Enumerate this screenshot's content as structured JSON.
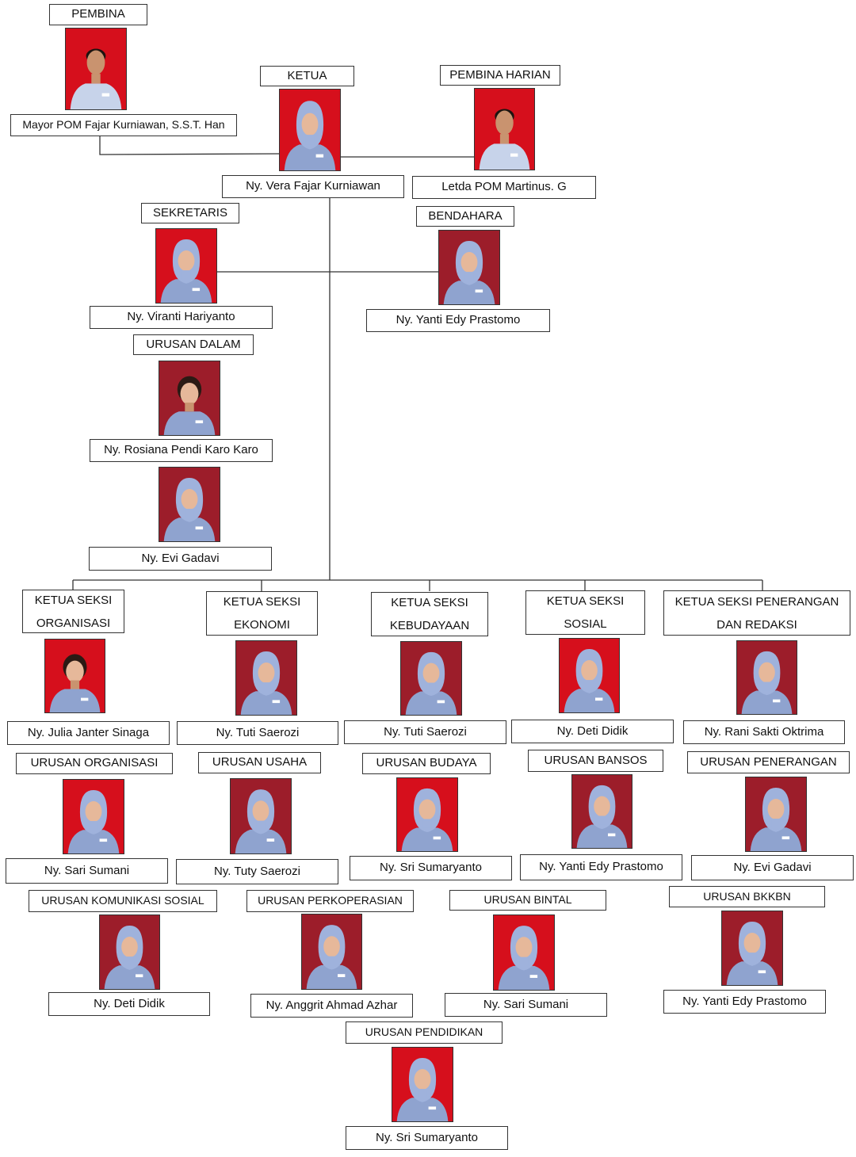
{
  "top": {
    "pembina": {
      "title": "PEMBINA",
      "name": "Mayor POM Fajar Kurniawan, S.S.T. Han"
    },
    "ketua": {
      "title": "KETUA",
      "name": "Ny. Vera Fajar Kurniawan"
    },
    "pembina_harian": {
      "title": "PEMBINA HARIAN",
      "name": "Letda POM Martinus. G"
    },
    "sekretaris": {
      "title": "SEKRETARIS",
      "name": "Ny. Viranti Hariyanto"
    },
    "bendahara": {
      "title": "BENDAHARA",
      "name": "Ny. Yanti Edy Prastomo"
    },
    "urusan_dalam": {
      "title": "URUSAN DALAM",
      "name": "Ny.  Rosiana Pendi Karo Karo"
    },
    "urusan_dalam_2": {
      "name": "Ny. Evi Gadavi"
    }
  },
  "sections": {
    "organisasi": {
      "title_1": "KETUA SEKSI",
      "title_2": "ORGANISASI",
      "name": "Ny. Julia Janter Sinaga"
    },
    "ekonomi": {
      "title_1": "KETUA SEKSI",
      "title_2": "EKONOMI",
      "name": "Ny. Tuti Saerozi"
    },
    "kebudayaan": {
      "title_1": "KETUA SEKSI",
      "title_2": "KEBUDAYAAN",
      "name": "Ny. Tuti Saerozi"
    },
    "sosial": {
      "title_1": "KETUA SEKSI",
      "title_2": "SOSIAL",
      "name": "Ny. Deti Didik"
    },
    "penerangan": {
      "title_1": "KETUA SEKSI PENERANGAN",
      "title_2": "DAN REDAKSI",
      "name": "Ny. Rani Sakti Oktrima"
    }
  },
  "urusan": {
    "organisasi": {
      "title": "URUSAN ORGANISASI",
      "name": "Ny. Sari Sumani"
    },
    "usaha": {
      "title": "URUSAN USAHA",
      "name": "Ny. Tuty Saerozi"
    },
    "budaya": {
      "title": "URUSAN BUDAYA",
      "name": "Ny. Sri Sumaryanto"
    },
    "bansos": {
      "title": "URUSAN BANSOS",
      "name": "Ny. Yanti Edy Prastomo"
    },
    "penerangan": {
      "title": "URUSAN PENERANGAN",
      "name": "Ny. Evi Gadavi"
    },
    "komsos": {
      "title": "URUSAN KOMUNIKASI SOSIAL",
      "name": "Ny. Deti Didik"
    },
    "perkoperasian": {
      "title": "URUSAN PERKOPERASIAN",
      "name": "Ny. Anggrit Ahmad Azhar"
    },
    "bintal": {
      "title": "URUSAN BINTAL",
      "name": "Ny. Sari Sumani"
    },
    "bkkbn": {
      "title": "URUSAN BKKBN",
      "name": "Ny. Yanti Edy Prastomo"
    },
    "pendidikan": {
      "title": "URUSAN PENDIDIKAN",
      "name": "Ny. Sri Sumaryanto"
    }
  },
  "colors": {
    "photo_background": "#d60f1c",
    "uniform": "#8fa3cf",
    "hijab": "#9fb2dc",
    "line": "#333333"
  }
}
